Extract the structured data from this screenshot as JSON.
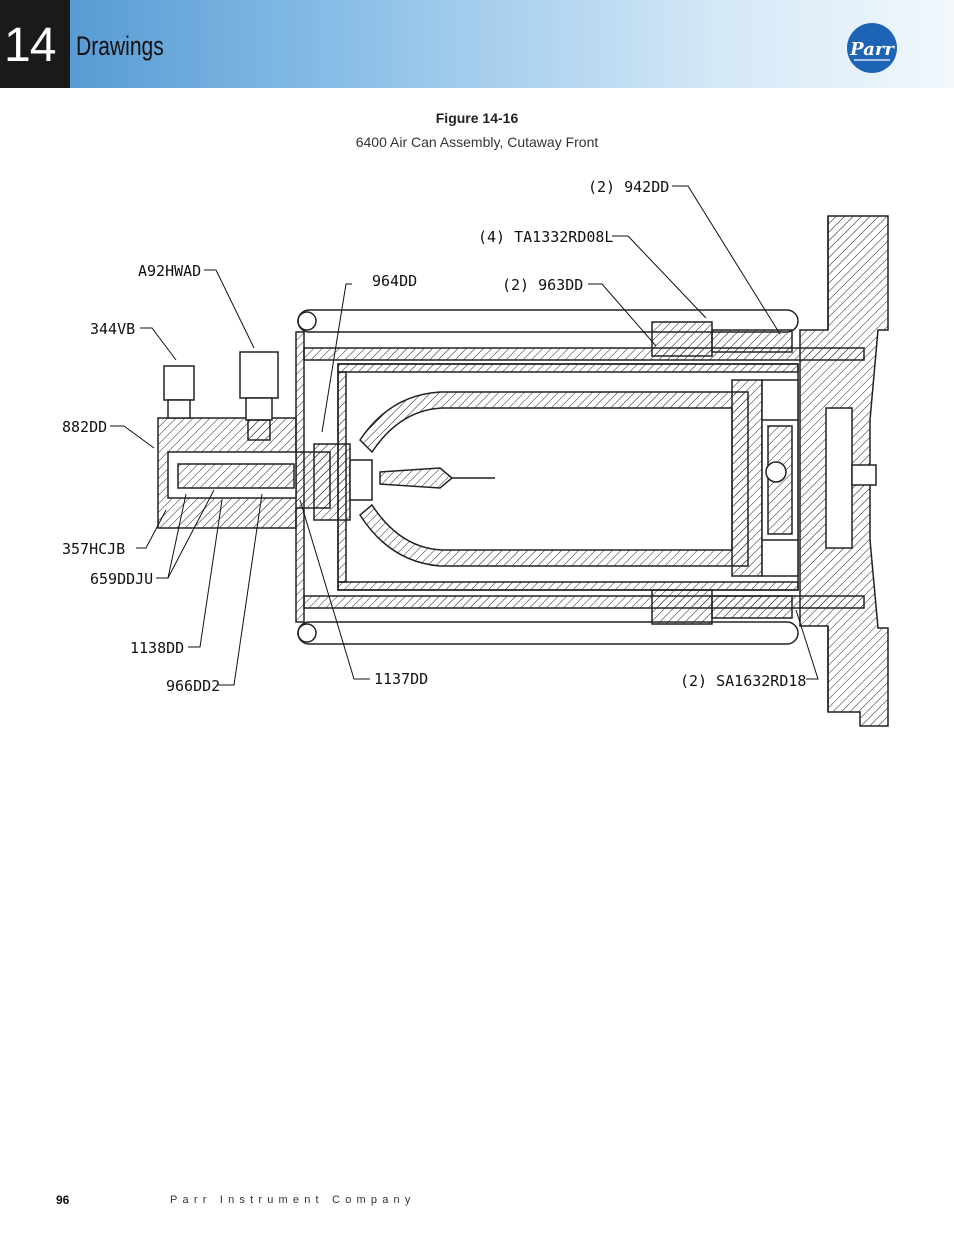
{
  "header": {
    "chapter_number": "14",
    "chapter_title": "Drawings",
    "logo_text": "Parr",
    "brand_color": "#1e64b4"
  },
  "figure": {
    "label": "Figure 14-16",
    "caption": "6400 Air Can Assembly, Cutaway Front"
  },
  "callouts": {
    "c942dd": "(2) 942DD",
    "ta1332": "(4) TA1332RD08L",
    "c963dd": "(2) 963DD",
    "a92hwad": "A92HWAD",
    "c964dd": "964DD",
    "c344vb": "344VB",
    "c882dd": "882DD",
    "c357hcjb": "357HCJB",
    "c659ddju": "659DDJU",
    "c1138dd": "1138DD",
    "c966dd2": "966DD2",
    "c1137dd": "1137DD",
    "sa1632": "(2) SA1632RD18"
  },
  "footer": {
    "page_number": "96",
    "company": "Parr Instrument Company"
  }
}
